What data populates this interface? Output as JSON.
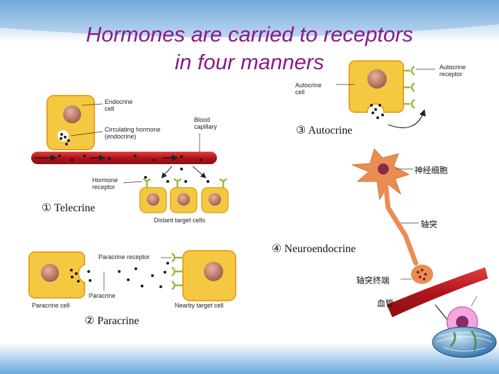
{
  "title": {
    "line1": "Hormones are carried to receptors",
    "line2": "in four manners"
  },
  "telecrine": {
    "caption": "① Telecrine",
    "endocrine_cell": "Endocrine\ncell",
    "circulating_hormone": "Circulating hormone\n(endocrine)",
    "blood_capillary": "Blood\ncapillary",
    "hormone_receptor": "Hormone\nreceptor",
    "distant_target_cells": "Distant target cells"
  },
  "paracrine": {
    "caption": "② Paracrine",
    "paracrine_receptor": "Paracrine receptor",
    "paracrine": "Paracrine",
    "paracrine_cell": "Paracrine cell",
    "nearby_target_cell": "Nearby target cell"
  },
  "autocrine": {
    "caption": "③ Autocrine",
    "autocrine_cell": "Autocrine\ncell",
    "autocrine_receptor": "Autocrine\nreceptor"
  },
  "neuroendocrine": {
    "caption": "④ Neuroendocrine",
    "neuron": "神经细胞",
    "axon": "轴突",
    "axon_terminal": "轴突终端",
    "blood_vessel": "血管"
  },
  "colors": {
    "title": "#8b1a8b",
    "cell_fill": "#f5c842",
    "cell_border": "#e8a21a",
    "nucleus": "#b06b57",
    "vessel": "#c8161d",
    "receptor": "#8fbf3a",
    "neuron": "#e88a4a"
  }
}
